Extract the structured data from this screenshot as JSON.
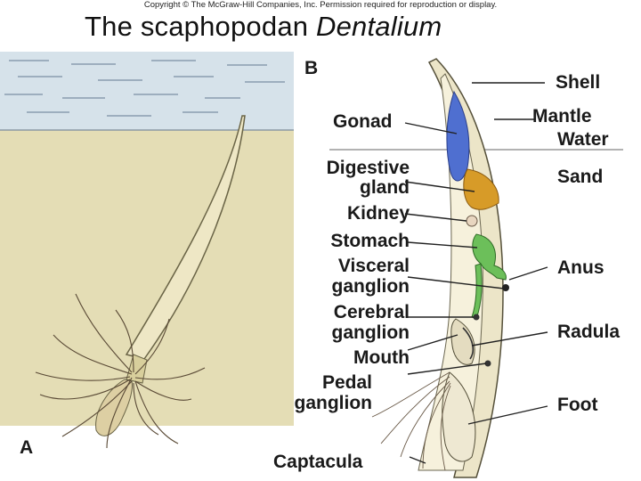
{
  "header": {
    "copyright": "Copyright © The McGraw-Hill Companies, Inc. Permission required for reproduction or display.",
    "title_prefix": "The scaphopodan ",
    "title_genus": "Dentalium"
  },
  "panel_a": {
    "letter": "A"
  },
  "panel_b": {
    "letter": "B",
    "left_labels": [
      "Gonad",
      "Digestive",
      "gland",
      "Kidney",
      "Stomach",
      "Visceral",
      "ganglion",
      "Cerebral",
      "ganglion",
      "Mouth",
      "Pedal",
      "ganglion",
      "Captacula"
    ],
    "right_labels": [
      "Shell",
      "Mantle",
      "Water",
      "Sand",
      "Anus",
      "Radula",
      "Foot"
    ]
  },
  "colors": {
    "water": "#d6e2ea",
    "sand": "#e4ddb5",
    "shell": "#ece5c8",
    "gonad": "#4f6fd0",
    "digestive_gland": "#d79b28",
    "stomach": "#6cbf5a"
  }
}
